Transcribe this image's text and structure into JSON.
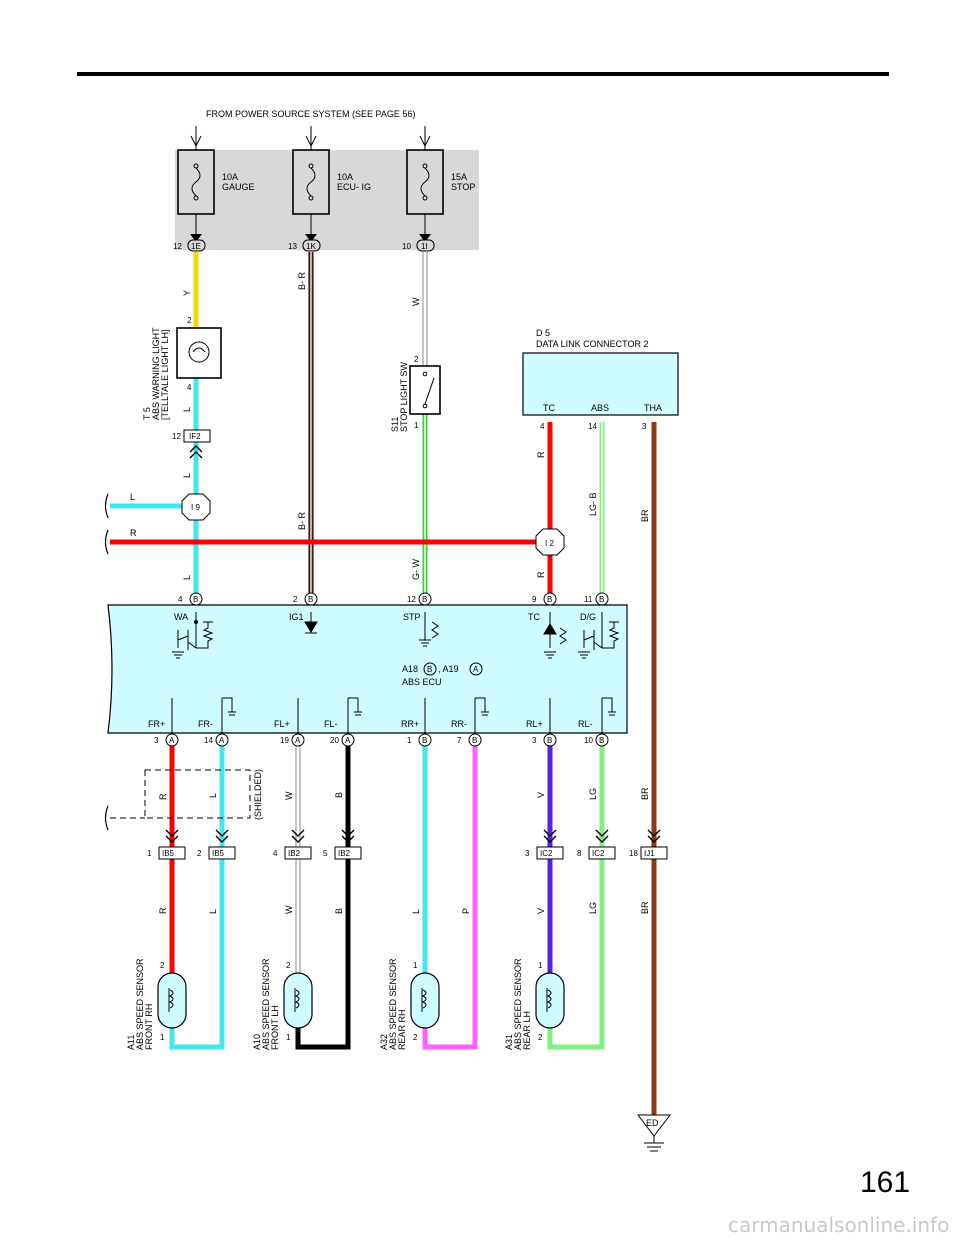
{
  "header_source": "FROM POWER SOURCE SYSTEM (SEE PAGE 56)",
  "page_number": "161",
  "watermark": "carmanualsonline.info",
  "fuses": [
    {
      "amp": "10A",
      "name": "GAUGE",
      "pin": "12",
      "conn": "1E"
    },
    {
      "amp": "10A",
      "name": "ECU- IG",
      "pin": "13",
      "conn": "1K"
    },
    {
      "amp": "15A",
      "name": "STOP",
      "pin": "10",
      "conn": "1I"
    }
  ],
  "wire_colors": {
    "Y": "#f5d800",
    "L": "#40e6f0",
    "R": "#ff0000",
    "BR": "#8b3a12",
    "W": "#ffffff",
    "B": "#000000",
    "G": "#40d030",
    "V": "#5a20e0",
    "P": "#ff60ff",
    "LG": "#80f080",
    "BPINK": "#e8a0a0"
  },
  "warning_light": {
    "id": "T 5",
    "name1": "ABS WARNING LIGHT",
    "name2": "[TELLTALE LIGHT LH]",
    "pin_top": "2",
    "pin_bot": "4"
  },
  "stop_sw": {
    "id": "S11",
    "name": "STOP LIGHT SW",
    "pin_top": "2",
    "pin_bot": "1"
  },
  "dlc": {
    "id": "D 5",
    "name": "DATA LINK CONNECTOR 2",
    "tc": "TC",
    "abs": "ABS",
    "tha": "THA",
    "tc_pin": "4",
    "abs_pin": "14",
    "tha_pin": "3"
  },
  "junctions": {
    "if2_pin": "12",
    "if2": "IF2",
    "i9": "I 9",
    "i2": "I 2"
  },
  "ecu": {
    "label1": "A18",
    "b": "B",
    "sep": ", A19",
    "a": "A",
    "label2": "ABS ECU",
    "top_pins": [
      {
        "num": "4",
        "conn": "B",
        "term": "WA"
      },
      {
        "num": "2",
        "conn": "B",
        "term": "IG1"
      },
      {
        "num": "12",
        "conn": "B",
        "term": "STP"
      },
      {
        "num": "9",
        "conn": "B",
        "term": "TC"
      },
      {
        "num": "11",
        "conn": "B",
        "term": "D/G"
      }
    ],
    "bottom_pins": [
      {
        "num": "3",
        "conn": "A",
        "term": "FR+"
      },
      {
        "num": "14",
        "conn": "A",
        "term": "FR-"
      },
      {
        "num": "19",
        "conn": "A",
        "term": "FL+"
      },
      {
        "num": "20",
        "conn": "A",
        "term": "FL-"
      },
      {
        "num": "1",
        "conn": "B",
        "term": "RR+"
      },
      {
        "num": "7",
        "conn": "B",
        "term": "RR-"
      },
      {
        "num": "3",
        "conn": "B",
        "term": "RL+"
      },
      {
        "num": "10",
        "conn": "B",
        "term": "RL-"
      }
    ]
  },
  "wire_labels": {
    "y": "Y",
    "br_pink": "B- R",
    "w": "W",
    "l": "L",
    "r": "R",
    "gw": "G- W",
    "lgb": "LG- B",
    "br": "BR",
    "v": "V",
    "b": "B",
    "p": "P",
    "lg": "LG"
  },
  "shielded": "(SHIELDED)",
  "connectors": [
    {
      "pin": "1",
      "name": "IB5"
    },
    {
      "pin": "2",
      "name": "IB5"
    },
    {
      "pin": "4",
      "name": "IB2"
    },
    {
      "pin": "5",
      "name": "IB2"
    },
    {
      "pin": "3",
      "name": "IC2"
    },
    {
      "pin": "8",
      "name": "IC2"
    },
    {
      "pin": "18",
      "name": "IJ1"
    }
  ],
  "sensors": [
    {
      "id": "A11",
      "name1": "ABS SPEED SENSOR",
      "name2": "FRONT RH",
      "p_top": "2",
      "p_bot": "1"
    },
    {
      "id": "A10",
      "name1": "ABS SPEED SENSOR",
      "name2": "FRONT LH",
      "p_top": "2",
      "p_bot": "1"
    },
    {
      "id": "A32",
      "name1": "ABS SPEED SENSOR",
      "name2": "REAR RH",
      "p_top": "1",
      "p_bot": "2"
    },
    {
      "id": "A31",
      "name1": "ABS SPEED SENSOR",
      "name2": "REAR LH",
      "p_top": "1",
      "p_bot": "2"
    }
  ],
  "ground": "ED"
}
